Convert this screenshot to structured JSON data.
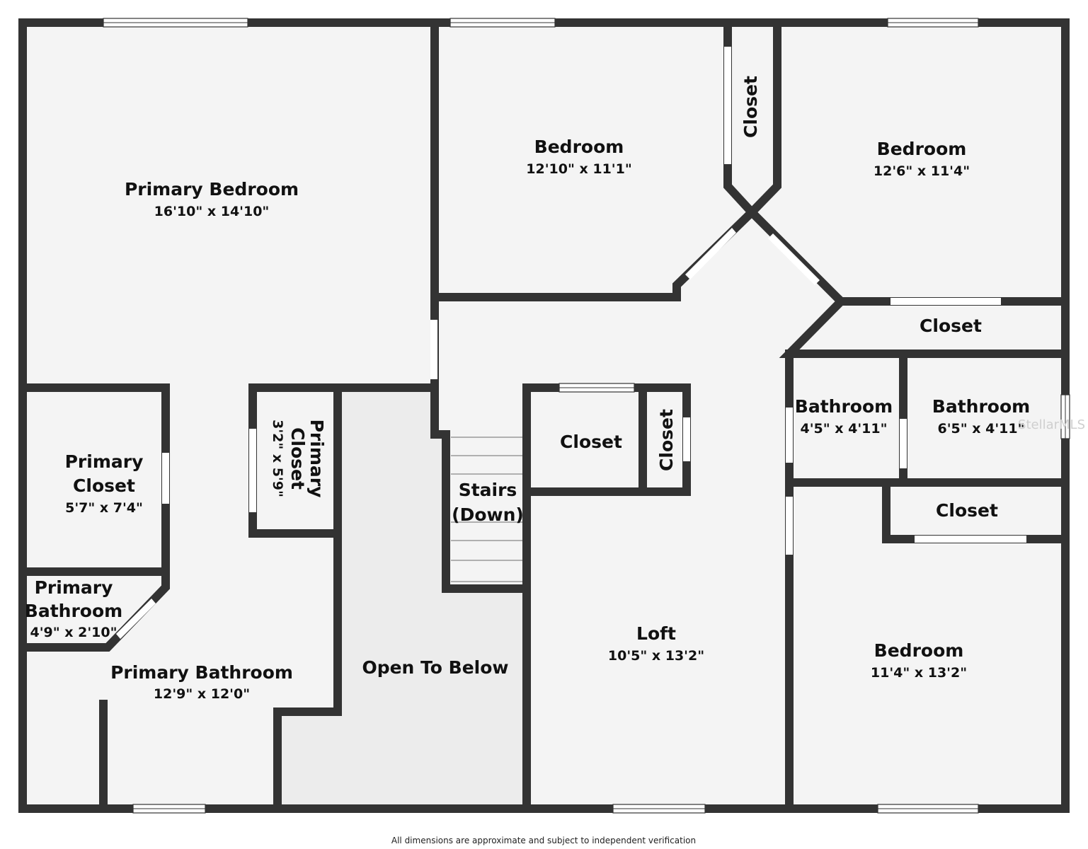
{
  "rooms": {
    "primary_bedroom": {
      "name": "Primary Bedroom",
      "dims": "16'10\" x 14'10\""
    },
    "bedroom_1": {
      "name": "Bedroom",
      "dims": "12'10\" x 11'1\""
    },
    "bedroom_2": {
      "name": "Bedroom",
      "dims": "12'6\" x 11'4\""
    },
    "bedroom_3": {
      "name": "Bedroom",
      "dims": "11'4\" x 13'2\""
    },
    "closet_top": {
      "name": "Closet"
    },
    "closet_right": {
      "name": "Closet"
    },
    "closet_mid": {
      "name": "Closet"
    },
    "closet_small": {
      "name": "Closet"
    },
    "closet_lower": {
      "name": "Closet"
    },
    "bathroom_1": {
      "name": "Bathroom",
      "dims": "4'5\" x 4'11\""
    },
    "bathroom_2": {
      "name": "Bathroom",
      "dims": "6'5\" x 4'11\""
    },
    "primary_closet_1": {
      "name_line1": "Primary",
      "name_line2": "Closet",
      "dims": "5'7\" x 7'4\""
    },
    "primary_closet_2": {
      "name_line1": "Primary",
      "name_line2": "Closet",
      "dims": "3'2\" x 5'9\""
    },
    "primary_bathroom_small": {
      "name_line1": "Primary",
      "name_line2": "Bathroom",
      "dims": "4'9\" x 2'10\""
    },
    "primary_bathroom": {
      "name": "Primary Bathroom",
      "dims": "12'9\" x 12'0\""
    },
    "stairs": {
      "name_line1": "Stairs",
      "name_line2": "(Down)"
    },
    "open_to_below": {
      "name": "Open To Below"
    },
    "loft": {
      "name": "Loft",
      "dims": "10'5\" x 13'2\""
    }
  },
  "watermark": "StellarMLS",
  "footer": "All dimensions are approximate and subject to independent verification",
  "colors": {
    "floor": "#f4f4f4",
    "open_area": "#ececec",
    "wall": "#333333",
    "window": "#ffffff",
    "text": "#111111"
  }
}
